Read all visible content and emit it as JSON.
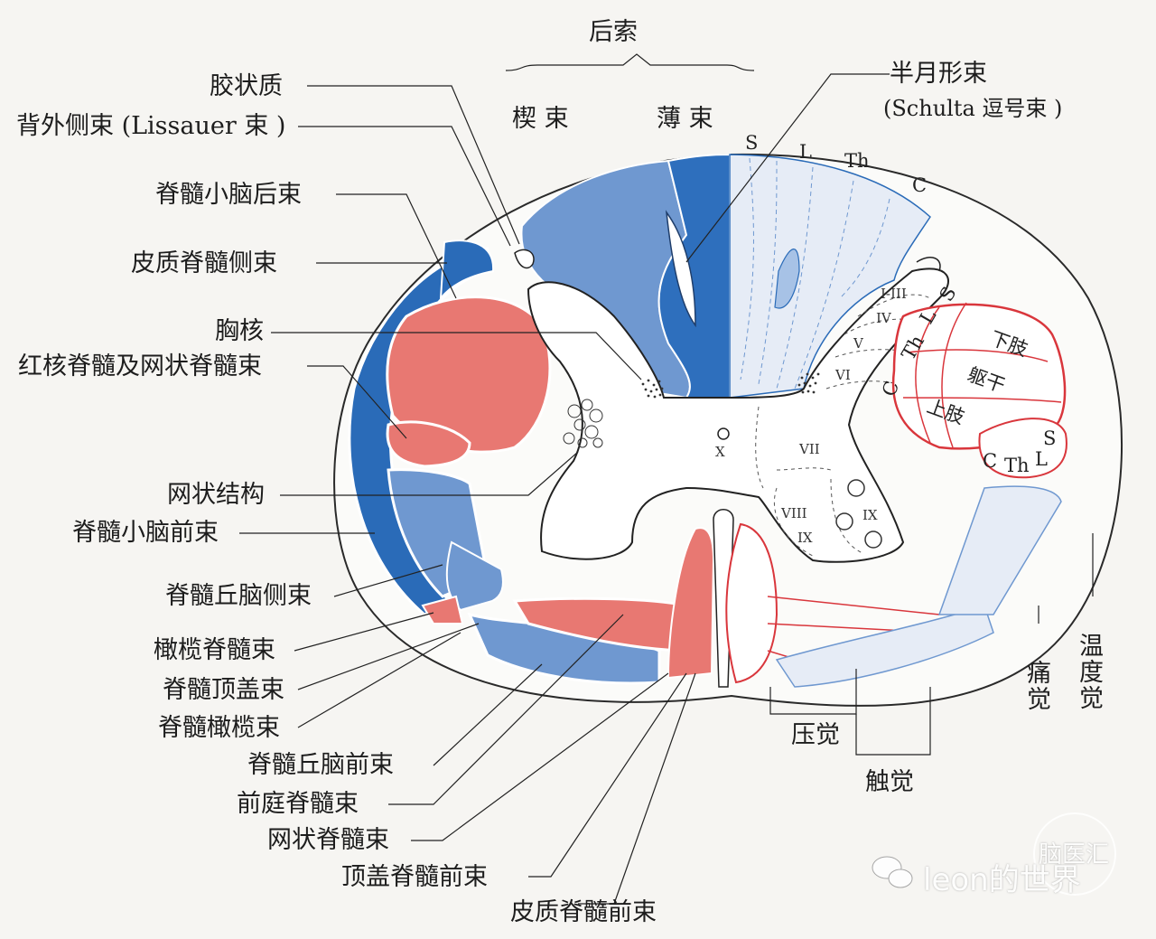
{
  "title_top": "后索",
  "dorsal": {
    "cuneatus": "楔 束",
    "gracilis": "薄 束"
  },
  "semilunar": {
    "line1": "半月形束",
    "line2": "(Schulta 逗号束 )"
  },
  "segments_dorsal": {
    "s": "S",
    "l": "L",
    "th": "Th",
    "c": "C"
  },
  "left_labels": {
    "substantia_gelatinosa": "胶状质",
    "lissauer": "背外侧束 (Lissauer 束 )",
    "dorsal_spinocerebellar": "脊髓小脑后束",
    "lateral_corticospinal": "皮质脊髓侧束",
    "thoracic_nucleus": "胸核",
    "rubro_reticulo": "红核脊髓及网状脊髓束",
    "reticular_formation": "网状结构",
    "ventral_spinocerebellar": "脊髓小脑前束",
    "lateral_spinothalamic": "脊髓丘脑侧束",
    "olivospinal": "橄榄脊髓束",
    "spinotectal": "脊髓顶盖束",
    "spino_olivary": "脊髓橄榄束",
    "anterior_spinothalamic": "脊髓丘脑前束",
    "vestibulospinal": "前庭脊髓束",
    "reticulospinal": "网状脊髓束",
    "tectospinal": "顶盖脊髓前束",
    "anterior_corticospinal": "皮质脊髓前束"
  },
  "laminae": {
    "i_iii": "I-III",
    "iv": "IV",
    "v": "V",
    "vi": "VI",
    "vii": "VII",
    "viii": "VIII",
    "ix_a": "IX",
    "ix_b": "IX",
    "x": "X"
  },
  "lateral_segments": {
    "s": "S",
    "l": "L",
    "th": "Th",
    "c": "C"
  },
  "body_map": {
    "lower_limb": "下肢",
    "trunk": "躯干",
    "upper_limb": "上肢"
  },
  "small_segments": {
    "c": "C",
    "th": "Th",
    "l": "L",
    "s": "S"
  },
  "sensations": {
    "pressure": "压觉",
    "touch": "触觉",
    "pain": "痛觉",
    "temperature": "温度觉"
  },
  "watermark": {
    "stamp": "脑医汇",
    "text": "leon的世界"
  },
  "colors": {
    "dark_blue": "#2a6bb8",
    "mid_blue": "#6f98d0",
    "red": "#e87872",
    "outline_red": "#d9363c",
    "background": "#f6f5f2"
  }
}
